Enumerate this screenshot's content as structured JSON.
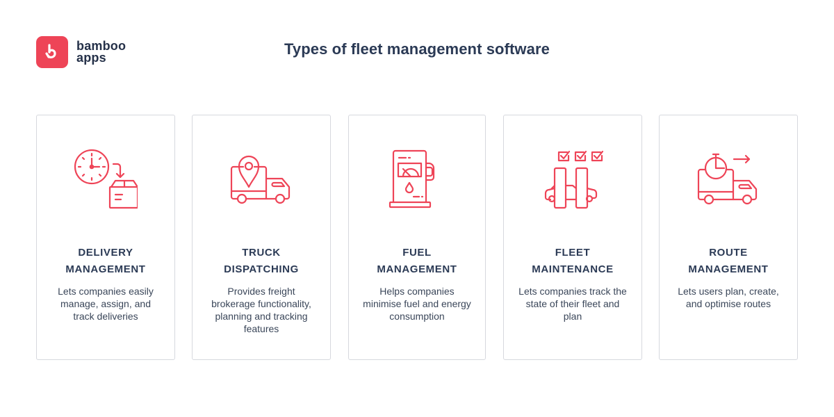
{
  "brand": {
    "name_line1": "bamboo",
    "name_line2": "apps",
    "accent_color": "#ee4457",
    "text_color": "#2b3a55"
  },
  "page": {
    "title": "Types of fleet management software"
  },
  "cards": [
    {
      "icon": "clock-delivery-box-icon",
      "title_line1": "DELIVERY",
      "title_line2": "MANAGEMENT",
      "description": "Lets companies easily manage, assign, and track deliveries"
    },
    {
      "icon": "truck-location-pin-icon",
      "title_line1": "TRUCK",
      "title_line2": "DISPATCHING",
      "description": "Provides freight brokerage functionality, planning and tracking features"
    },
    {
      "icon": "fuel-pump-icon",
      "title_line1": "FUEL",
      "title_line2": "MANAGEMENT",
      "description": "Helps companies minimise fuel and energy consumption"
    },
    {
      "icon": "car-lift-checklist-icon",
      "title_line1": "FLEET",
      "title_line2": "MAINTENANCE",
      "description": "Lets companies track the state of their fleet and plan"
    },
    {
      "icon": "truck-stopwatch-route-icon",
      "title_line1": "ROUTE",
      "title_line2": "MANAGEMENT",
      "description": "Lets users plan, create, and optimise routes"
    }
  ]
}
